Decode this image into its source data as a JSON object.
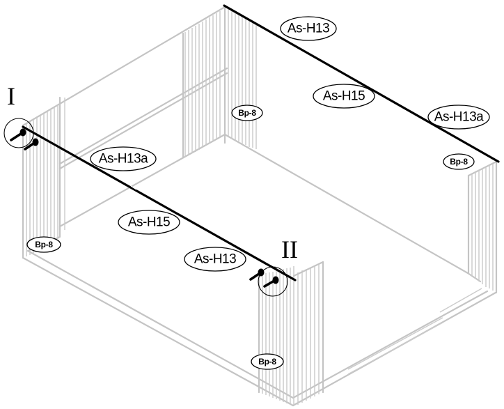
{
  "callouts": {
    "step_one": "I",
    "step_two": "II"
  },
  "labels": {
    "back_beam_top": "As-H13",
    "back_beam_mid": "As-H15",
    "back_beam_end": "As-H13a",
    "front_beam_start": "As-H13a",
    "front_beam_mid": "As-H15",
    "front_beam_end": "As-H13",
    "post_back_center": "Bp-8",
    "post_back_right": "Bp-8",
    "post_front_left": "Bp-8",
    "post_front_right": "Bp-8"
  },
  "colors": {
    "frame": "#c4c4c4",
    "beam": "#000000",
    "background": "#ffffff"
  },
  "icons": {
    "fastener": "bolt-icon"
  }
}
